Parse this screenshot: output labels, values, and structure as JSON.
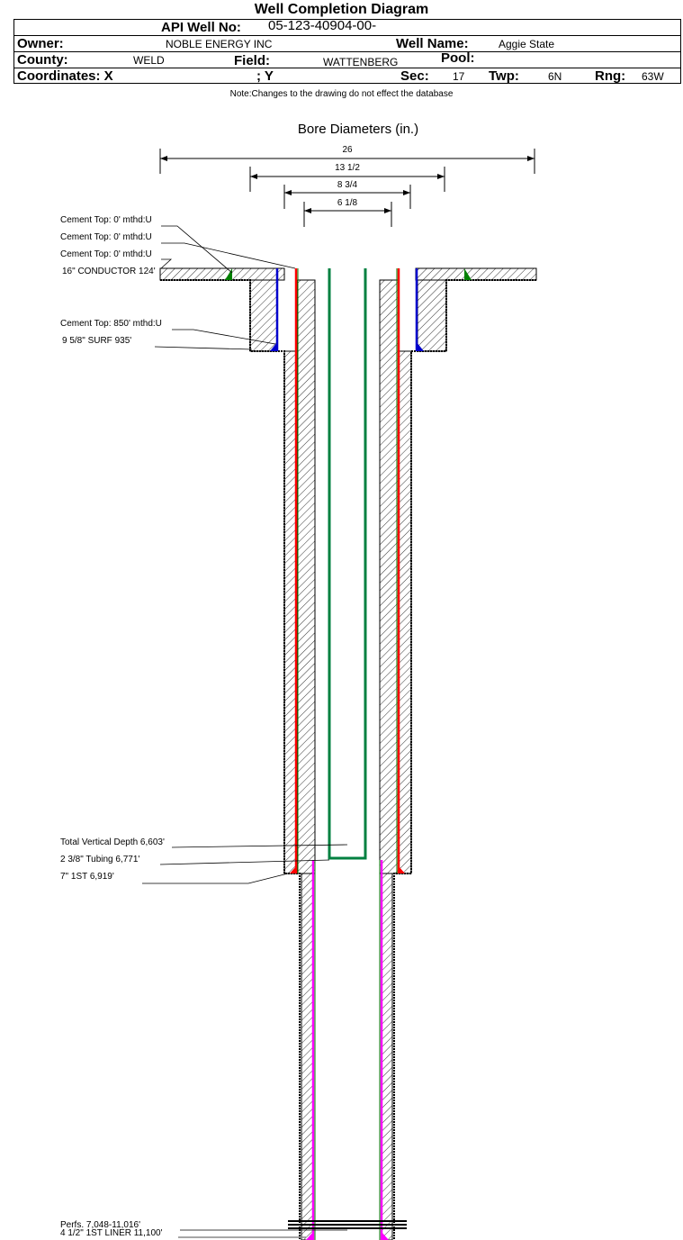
{
  "title": "Well Completion Diagram",
  "header": {
    "api_label": "API Well No:",
    "api_value": "05-123-40904-00-",
    "owner_label": "Owner:",
    "owner_value": "NOBLE ENERGY INC",
    "wellname_label": "Well Name:",
    "wellname_value": "Aggie State",
    "county_label": "County:",
    "county_value": "WELD",
    "field_label": "Field:",
    "field_value": "WATTENBERG",
    "pool_label": "Pool:",
    "coords_label": "Coordinates: X",
    "y_label": "; Y",
    "sec_label": "Sec:",
    "sec_value": "17",
    "twp_label": "Twp:",
    "twp_value": "6N",
    "rng_label": "Rng:",
    "rng_value": "63W"
  },
  "note": "Note:Changes to the drawing do not effect the database",
  "diagram": {
    "bore_title": "Bore Diameters (in.)",
    "diameters": [
      "26",
      "13 1/2",
      "8 3/4",
      "6 1/8"
    ],
    "labels": {
      "cement1": "Cement Top: 0' mthd:U",
      "cement2": "Cement Top: 0' mthd:U",
      "cement3": "Cement Top: 0' mthd:U",
      "conductor": "16\" CONDUCTOR  124'",
      "cement4": "Cement Top: 850' mthd:U",
      "surf": "9 5/8\" SURF       935'",
      "tvd": "Total Vertical Depth 6,603'",
      "tubing": "2 3/8\" Tubing 6,771'",
      "first": "7\" 1ST        6,919'",
      "perfs": "Perfs. 7,048-11,016'",
      "liner": "4 1/2\" 1ST LINER  11,100'"
    },
    "colors": {
      "casing7": "#ff0000",
      "surf": "#0000cc",
      "tubing": "#008040",
      "liner": "#ff00ff",
      "green": "#008000"
    }
  }
}
